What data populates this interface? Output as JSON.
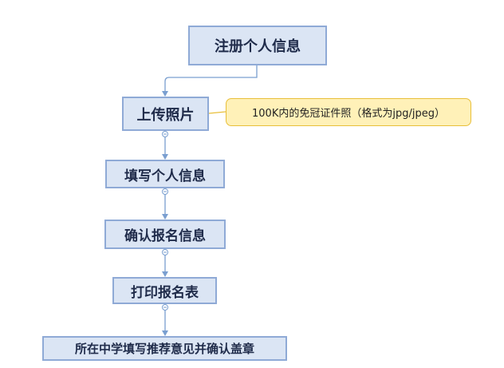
{
  "steps": {
    "register": "注册个人信息",
    "upload_photo": "上传照片",
    "fill_info": "填写个人信息",
    "confirm_info": "确认报名信息",
    "print_form": "打印报名表",
    "school_stamp": "所在中学填写推荐意见并确认盖章"
  },
  "callout": {
    "text": "100K内的免冠证件照（格式为jpg/jpeg）"
  },
  "colors": {
    "box_fill": "#dbe5f4",
    "box_border": "#8faad6",
    "connector": "#7a9fd0",
    "callout_fill": "#fff1b8",
    "callout_border": "#e8bf3a"
  }
}
